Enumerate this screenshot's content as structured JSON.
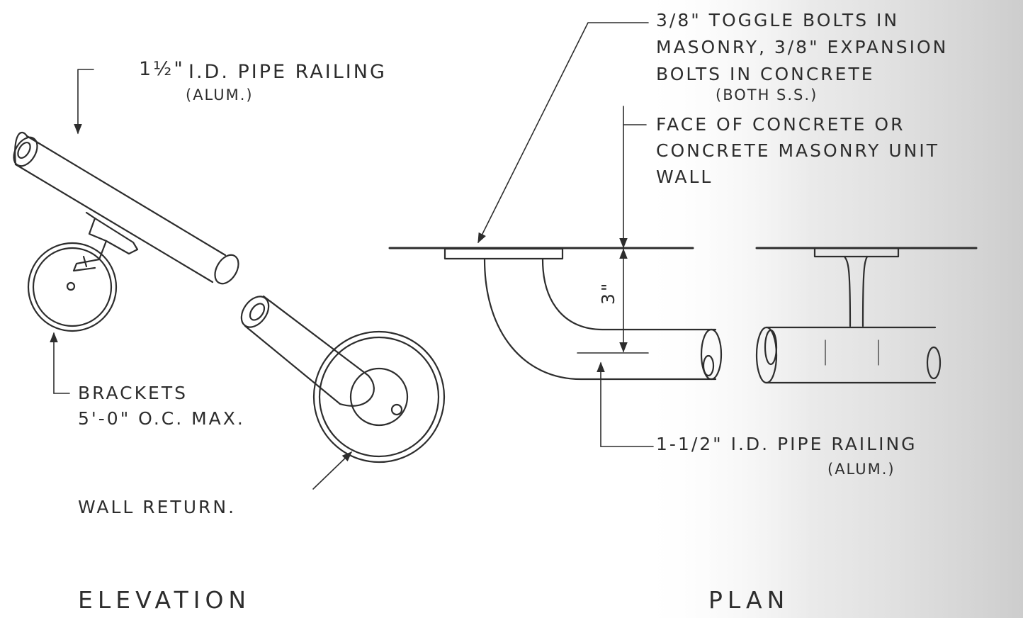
{
  "diagram": {
    "elevation": {
      "title": "ELEVATION",
      "pipe_railing": {
        "size": "1½\"",
        "text": "I.D. PIPE RAILING",
        "material": "(ALUM.)"
      },
      "brackets": {
        "line1": "BRACKETS",
        "line2": "5'-0\" O.C. MAX."
      },
      "wall_return": "WALL RETURN."
    },
    "plan": {
      "title": "PLAN",
      "bolts": {
        "line1": "3/8\" TOGGLE BOLTS IN",
        "line2": "MASONRY, 3/8\" EXPANSION",
        "line3": "BOLTS IN CONCRETE",
        "line4": "(BOTH S.S.)"
      },
      "wall_face": {
        "line1": "FACE OF CONCRETE OR",
        "line2": "CONCRETE MASONRY UNIT",
        "line3": "WALL"
      },
      "dimension": "3\"",
      "pipe_railing": {
        "text": "1-1/2\" I.D. PIPE RAILING",
        "material": "(ALUM.)"
      }
    }
  },
  "colors": {
    "ink": "#2d2d2d",
    "paper": "#ffffff",
    "shade": "#d4d4d4"
  }
}
